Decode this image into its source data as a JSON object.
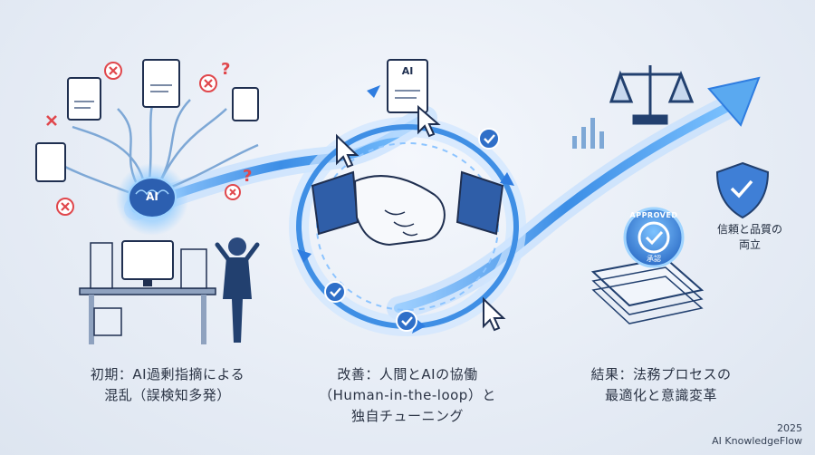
{
  "captions": {
    "stage1": [
      "初期：AI過剰指摘による",
      "混乱（誤検知多発）"
    ],
    "stage2": [
      "改善：人間とAIの協働",
      "（Human-in-the-loop）と",
      "独自チューニング"
    ],
    "stage3": [
      "結果：法務プロセスの",
      "最適化と意識変革"
    ]
  },
  "side_label": [
    "信頼と品質の",
    "両立"
  ],
  "badges": {
    "ai_brain": "AI",
    "approved": "APPROVED",
    "approved_sub": "承認",
    "doc_ai": "AI"
  },
  "footer": {
    "year": "2025",
    "brand": "AI KnowledgeFlow"
  },
  "colors": {
    "accent": "#2f7de0",
    "navy": "#223a66",
    "glow": "#7cc2ff",
    "error": "#e0474c"
  },
  "icons": [
    "document-icon",
    "error-x-icon",
    "question-icon",
    "brain-icon",
    "computer-icon",
    "person-icon",
    "handshake-icon",
    "cursor-icon",
    "check-icon",
    "scale-icon",
    "bar-chart-icon",
    "shield-check-icon",
    "approved-seal-icon",
    "document-stack-icon"
  ]
}
